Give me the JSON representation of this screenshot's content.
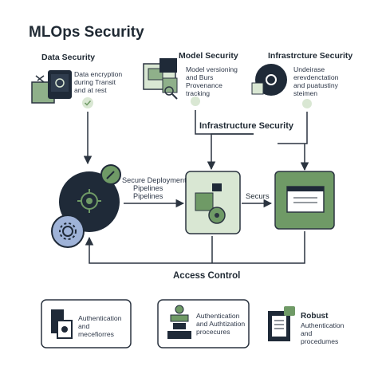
{
  "title": "MLOps Security",
  "top": {
    "data_security": {
      "heading": "Data Security",
      "lines": [
        "Data encryption",
        "during Transit",
        "and at rest"
      ]
    },
    "model_security": {
      "heading": "Model Security",
      "lines": [
        "Model versioning",
        "and Burs",
        "Provenance",
        "tracking"
      ]
    },
    "infra_security": {
      "heading": "Infrastrcture Security",
      "lines": [
        "Undeirase",
        "erevdenctation",
        "and puatustiny",
        "steimen"
      ]
    }
  },
  "infra_label": "Infrastructure Security",
  "middle": {
    "pipeline_lines": [
      "Secure Deployment",
      "Pipelines",
      "Pipelines"
    ],
    "secure_label": "Securs"
  },
  "access_control": "Access Control",
  "bottom": {
    "card1": [
      "Authentication",
      "and",
      "mecefiorres"
    ],
    "card2": [
      "Authentication",
      "and Authtization",
      "procecures"
    ],
    "card3": {
      "heading": "Robust",
      "lines": [
        "Authentication",
        "and",
        "procedumes"
      ]
    }
  },
  "colors": {
    "dark": "#1f2a38",
    "green": "#6f9a66",
    "light_green": "#d9e7d3",
    "blue": "#9fb3d8",
    "line": "#2b3440"
  }
}
